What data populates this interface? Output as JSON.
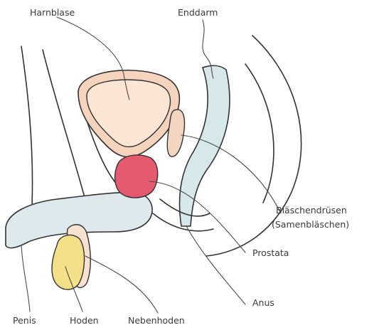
{
  "labels": {
    "harnblase": "Harnblase",
    "enddarm": "Enddarm",
    "blaeschendruesen_line1": "Bläschendrüsen",
    "blaeschendruesen_line2": "(Samenbläschen)",
    "prostata": "Prostata",
    "anus": "Anus",
    "penis": "Penis",
    "hoden": "Hoden",
    "nebenhoden": "Nebenhoden"
  },
  "colors": {
    "bladder_fill": "#f6d3bd",
    "bladder_inner": "#fbe6d6",
    "prostate_fill": "#e55a6e",
    "rectum_fill": "#d7e8ea",
    "urethra_fill": "#dde9ec",
    "testis_fill": "#f5e08a",
    "epididymis_fill": "#f7e2d2",
    "seminal_vesicle_fill": "#f3d6bf"
  }
}
